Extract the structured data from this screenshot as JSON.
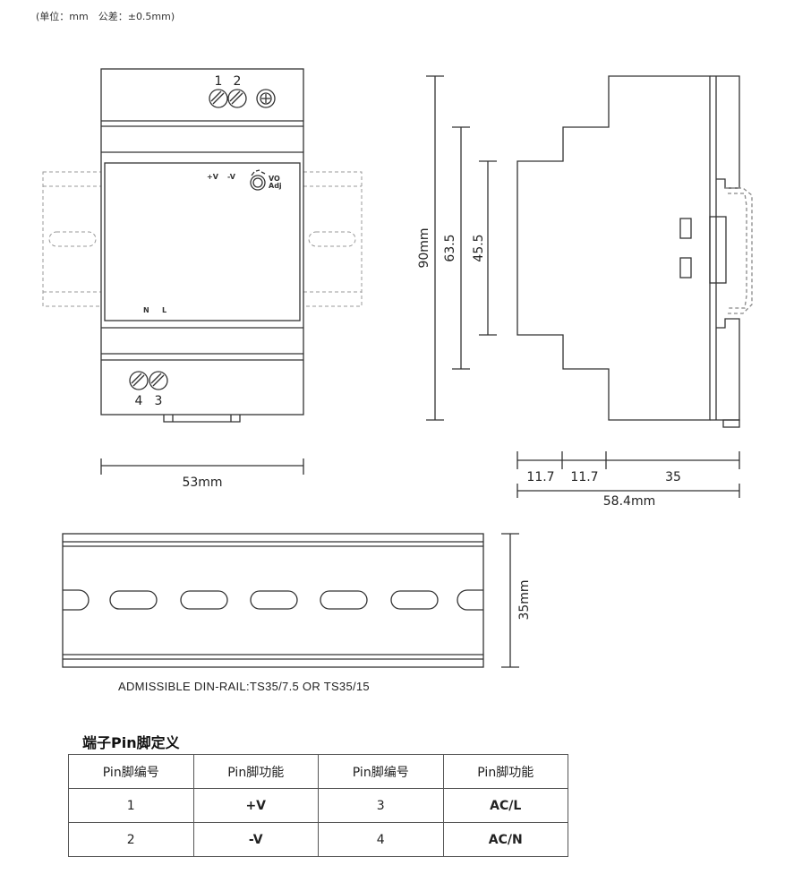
{
  "unit_note": "(单位：mm　公差：±0.5mm)",
  "front_view": {
    "pin_top_1": "1",
    "pin_top_2": "2",
    "pin_bottom_4": "4",
    "pin_bottom_3": "3",
    "label_pos": "+V",
    "label_neg": "-V",
    "label_vo": "VO",
    "label_adj": "Adj",
    "label_n": "N",
    "label_l": "L",
    "width_dim": "53mm"
  },
  "side_view": {
    "height_90": "90mm",
    "height_63": "63.5",
    "height_45": "45.5",
    "seg_1": "11.7",
    "seg_2": "11.7",
    "seg_3": "35",
    "total_depth": "58.4mm"
  },
  "rail": {
    "height_dim": "35mm",
    "caption": "ADMISSIBLE DIN-RAIL:TS35/7.5 OR TS35/15"
  },
  "pin_table": {
    "title": "端子Pin脚定义",
    "headers": [
      "Pin脚编号",
      "Pin脚功能",
      "Pin脚编号",
      "Pin脚功能"
    ],
    "rows": [
      [
        "1",
        "+V",
        "3",
        "AC/L"
      ],
      [
        "2",
        "-V",
        "4",
        "AC/N"
      ]
    ]
  }
}
